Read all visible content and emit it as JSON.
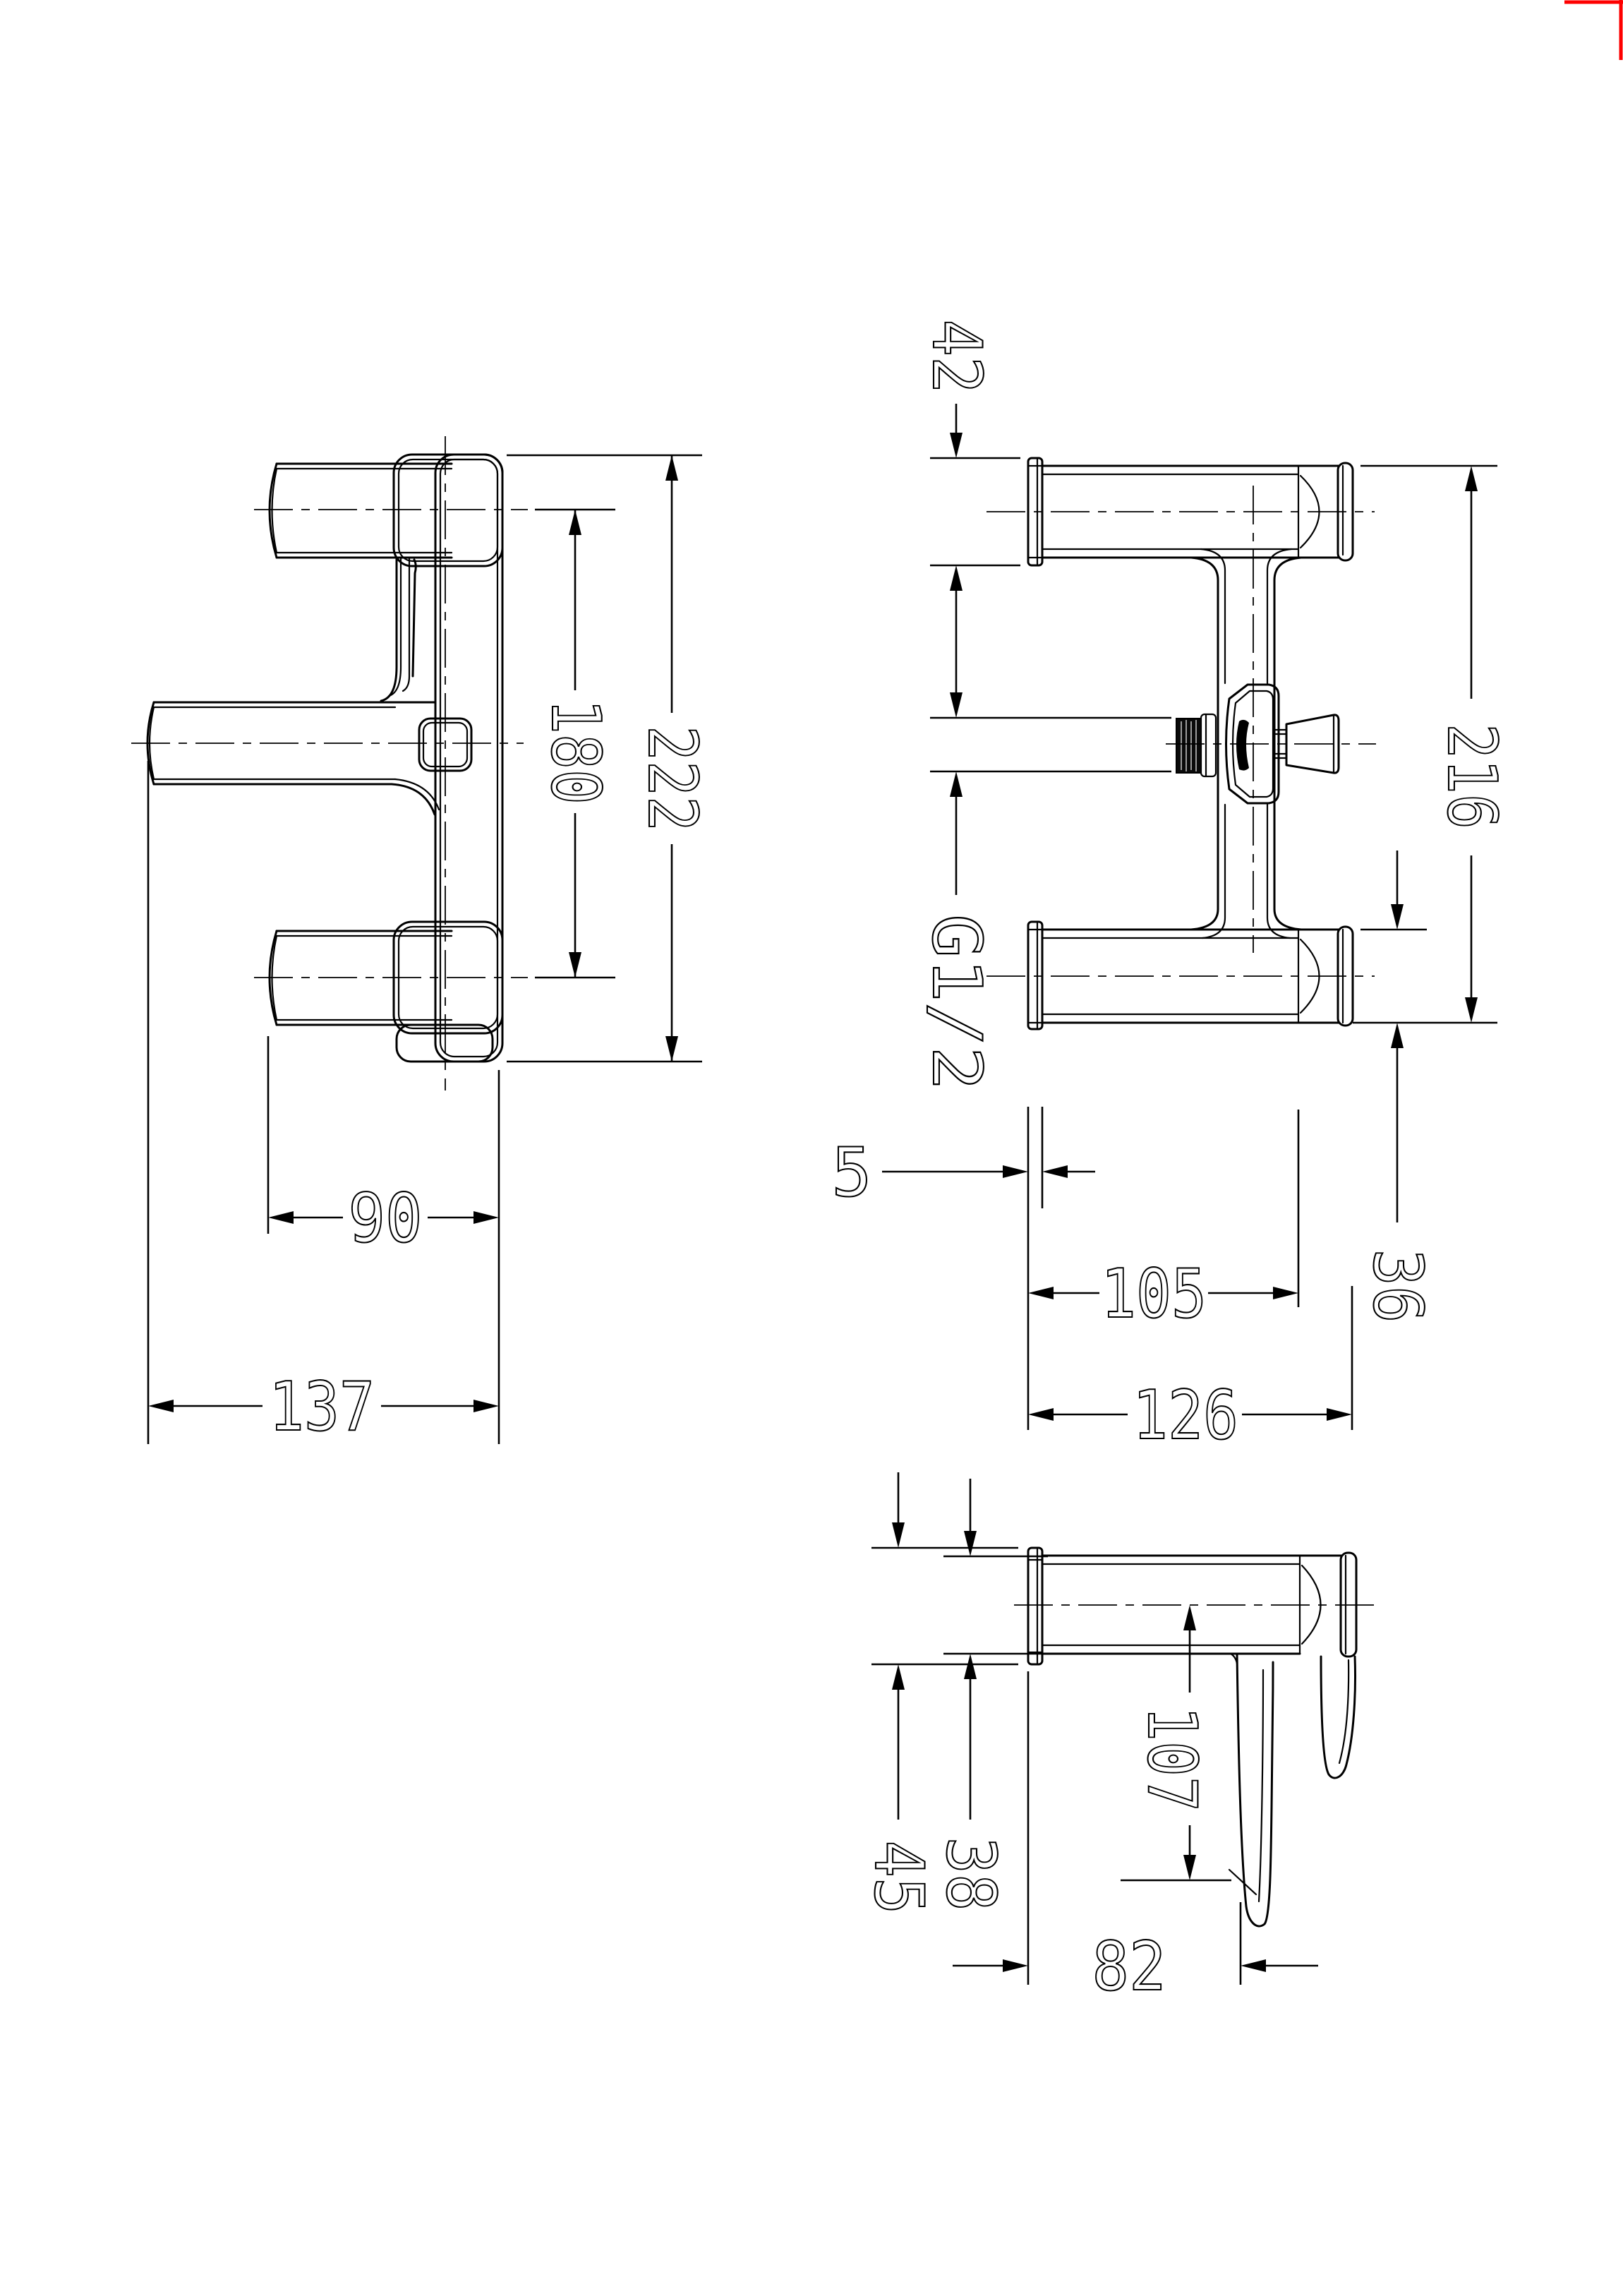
{
  "document": {
    "type": "technical-drawing",
    "background": "#ffffff",
    "line_color": "#000000",
    "crop_mark_color": "#fe0000"
  },
  "views": {
    "side": {
      "title": "side-view-of-double-hook-fixture",
      "dims": {
        "overall_height": "222",
        "hook_spacing": "180",
        "hook_length": "90",
        "overall_depth": "137"
      }
    },
    "front": {
      "title": "front-view-with-valve-and-handle",
      "dims": {
        "upper_flange_height": "42",
        "overall_height": "216",
        "thread_size": "G1/2",
        "flange_thickness": "5",
        "body_width": "105",
        "overall_width": "126",
        "lower_tube_diameter": "36"
      }
    },
    "detail": {
      "title": "hook-detail-view",
      "dims": {
        "hook_drop": "107",
        "tube_diameter": "38",
        "flange_height": "45",
        "projection": "82"
      }
    }
  }
}
